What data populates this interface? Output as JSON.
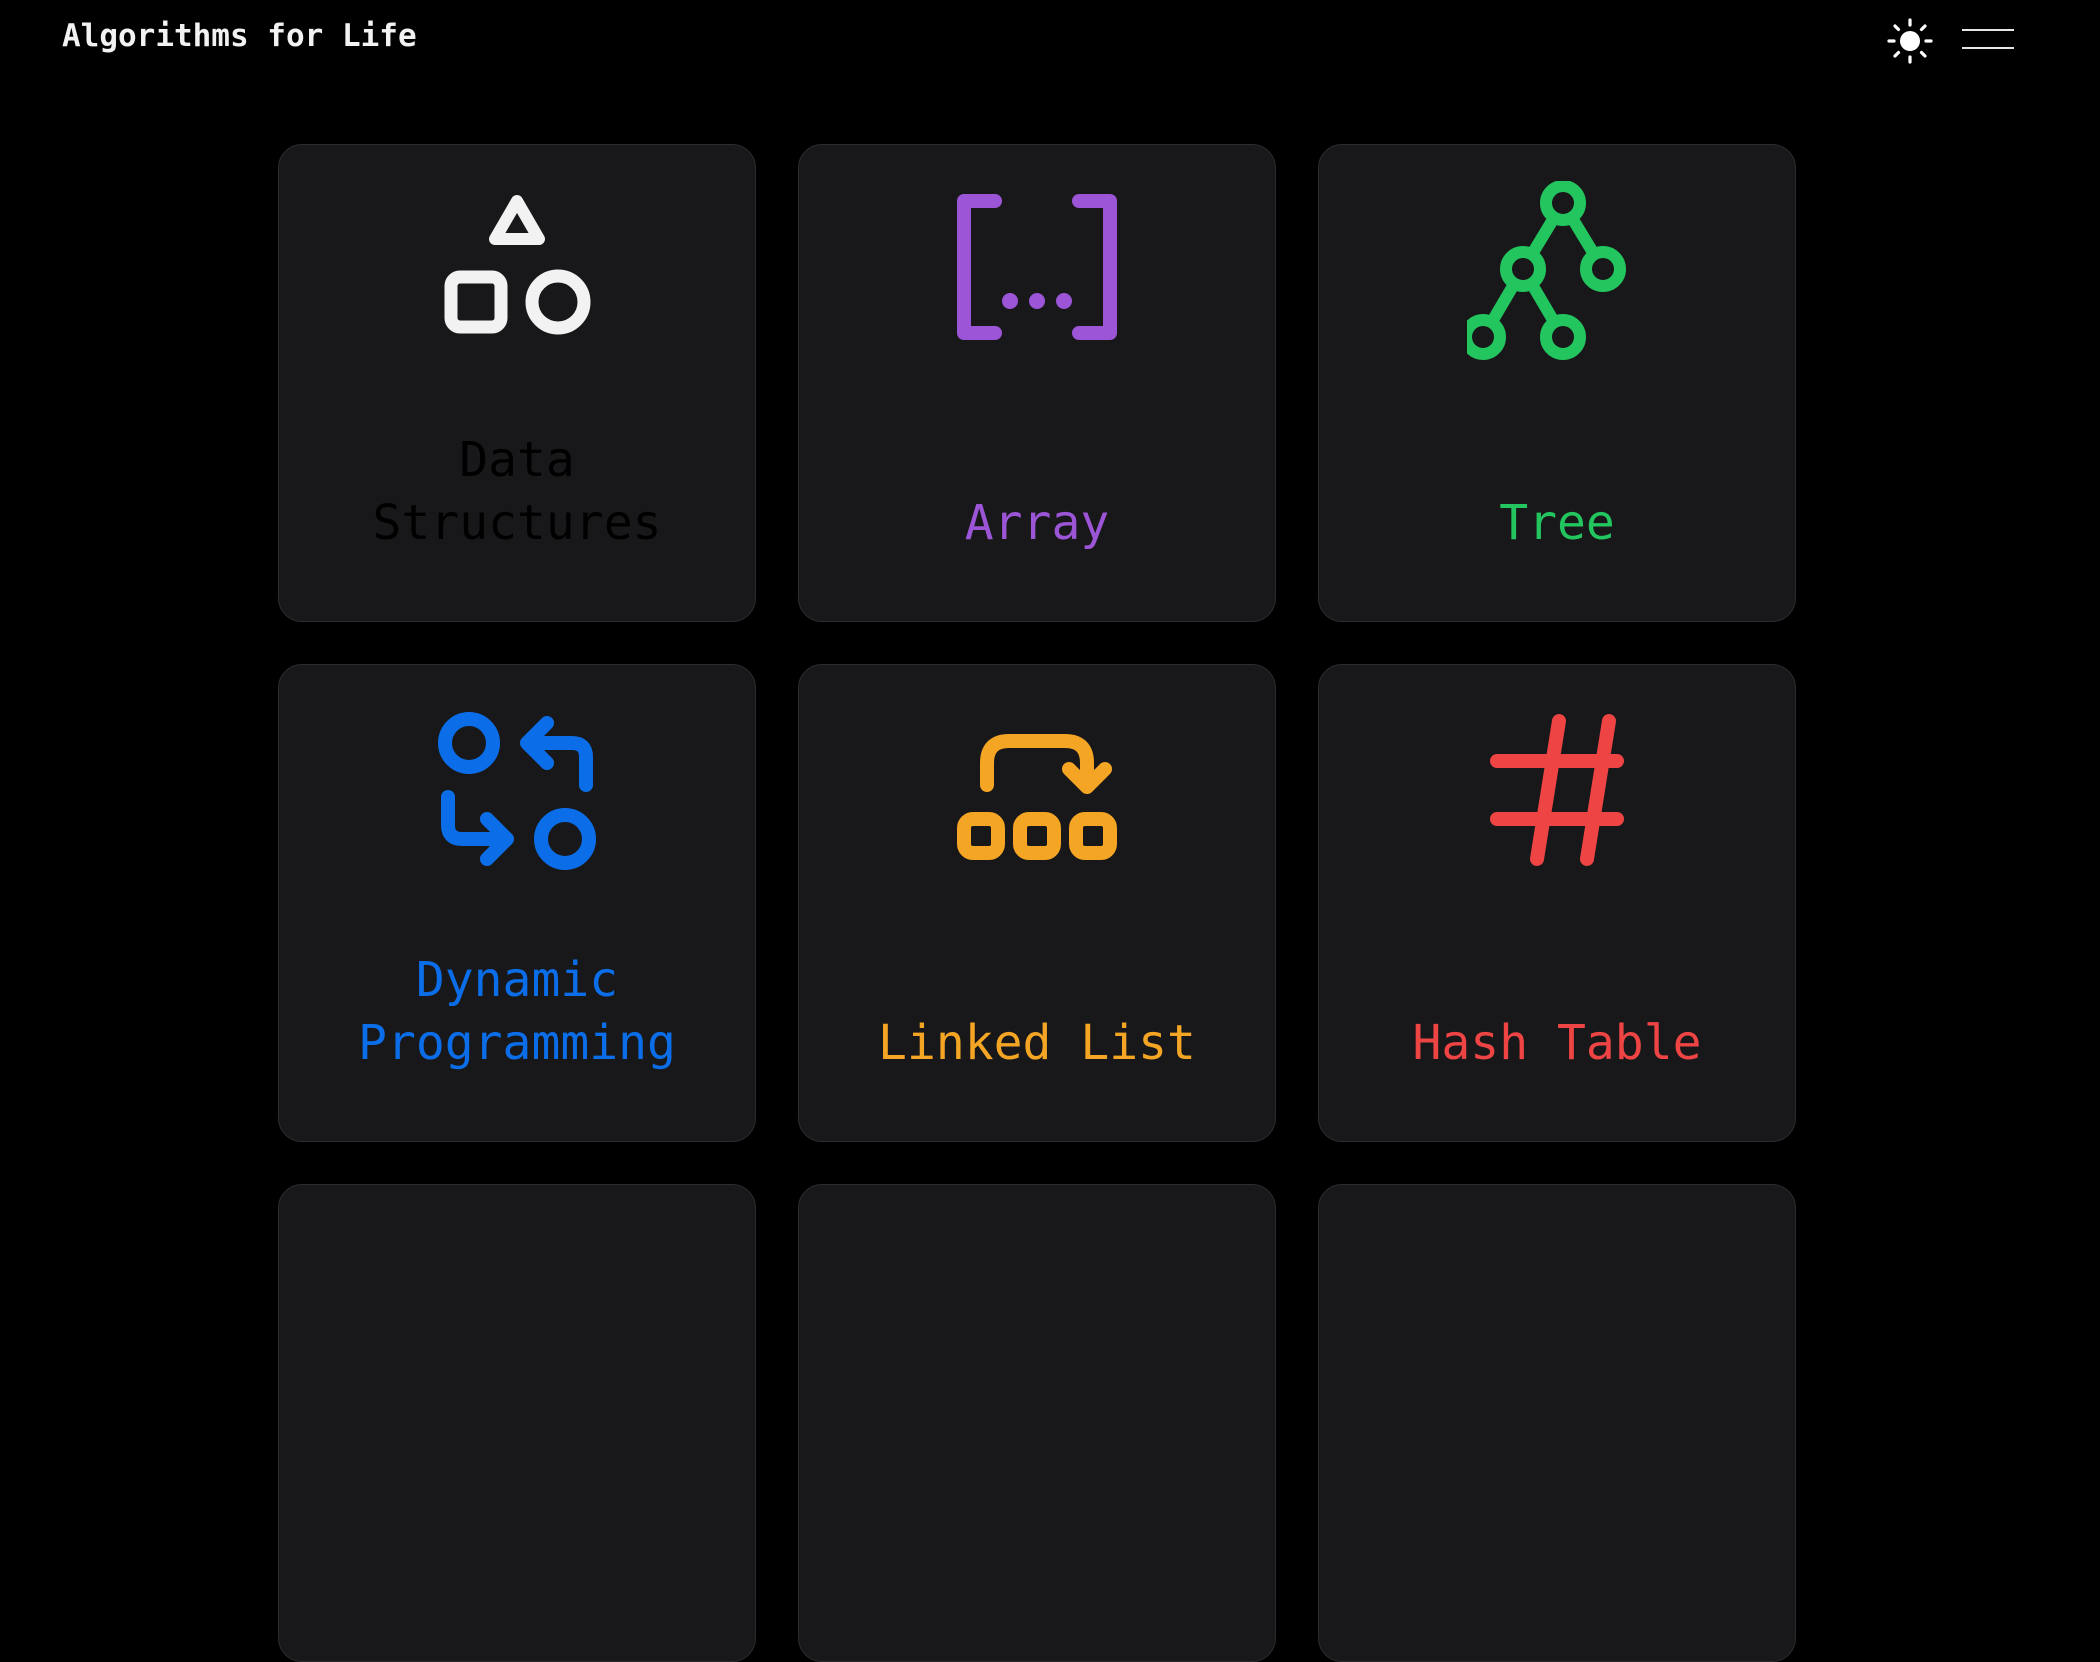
{
  "header": {
    "title": "Algorithms for Life"
  },
  "colors": {
    "background": "#000000",
    "card": "#18181a",
    "white": "#f2f2f2",
    "purple": "#9b55d6",
    "green": "#22c55e",
    "blue": "#0b6ee8",
    "orange": "#f5a524",
    "red": "#ef4444"
  },
  "cards": [
    {
      "label": "Data\nStructures",
      "icon": "shapes-icon",
      "color": "#f2f2f2"
    },
    {
      "label": "Array",
      "icon": "brackets-ellipsis-icon",
      "color": "#9b55d6"
    },
    {
      "label": "Tree",
      "icon": "tree-nodes-icon",
      "color": "#22c55e"
    },
    {
      "label": "Dynamic\nProgramming",
      "icon": "cycle-arrows-icon",
      "color": "#0b6ee8"
    },
    {
      "label": "Linked List",
      "icon": "linked-nodes-icon",
      "color": "#f5a524"
    },
    {
      "label": "Hash Table",
      "icon": "hash-icon",
      "color": "#ef4444"
    }
  ]
}
